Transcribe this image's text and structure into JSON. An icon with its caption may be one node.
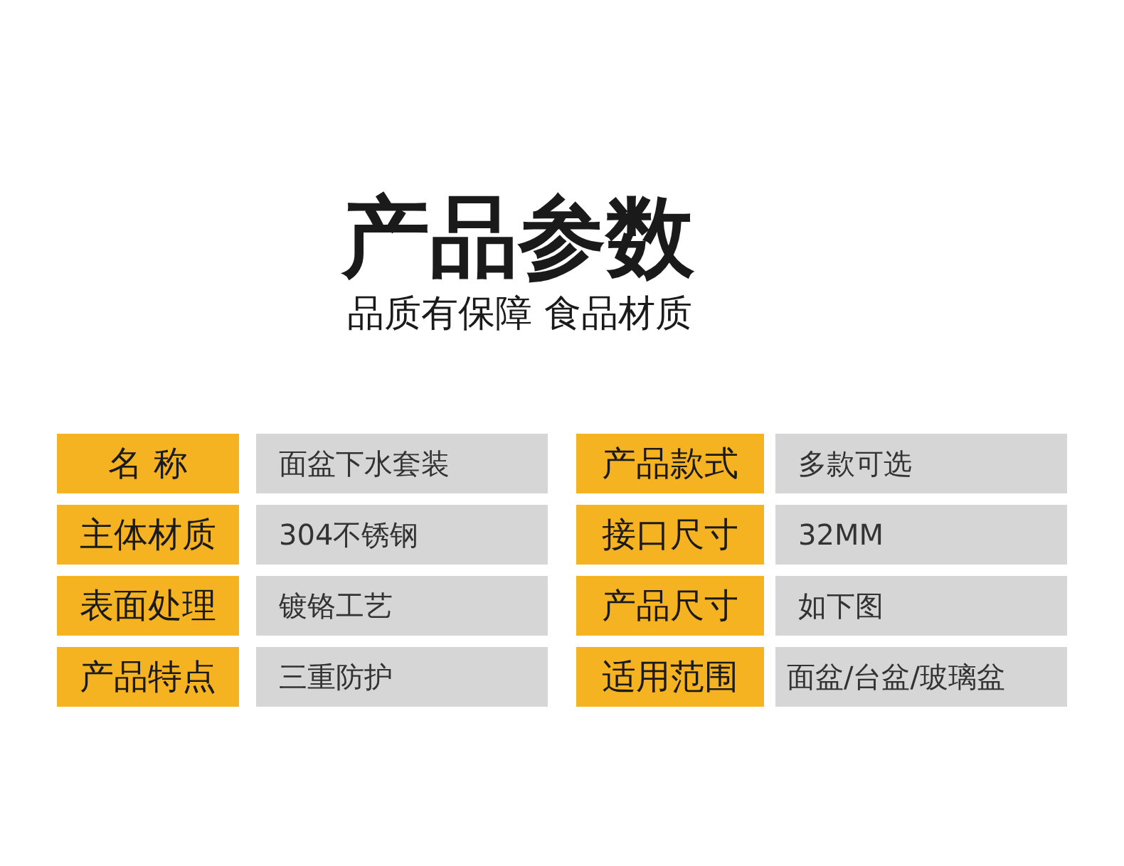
{
  "diagram": {
    "title": "产品参数",
    "labels": [
      "品质有保障 食品材质",
      "名 称",
      "面盆下水套装",
      "产品款式",
      "多款可选",
      "主体材质",
      "304不锈钢",
      "接口尺寸",
      "32MM",
      "表面处理",
      "镀铬工艺",
      "产品尺寸",
      "如下图",
      "产品特点",
      "三重防护",
      "适用范围",
      "面盆/台盆/玻璃盆"
    ]
  }
}
